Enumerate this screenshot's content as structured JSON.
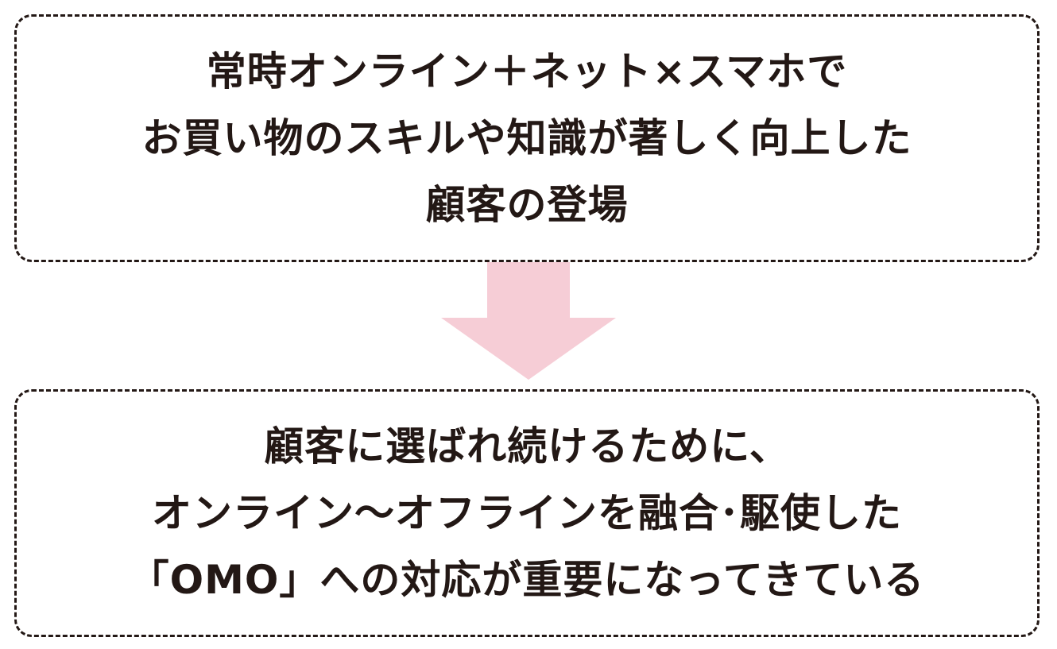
{
  "top_box": {
    "lines": [
      "常時オンライン＋ネット×スマホで",
      "お買い物のスキルや知識が著しく向上した",
      "顧客の登場"
    ]
  },
  "bottom_box": {
    "lines": [
      "顧客に選ばれ続けるために、",
      "オンライン〜オフラインを融合･駆使した",
      "「OMO」への対応が重要になってきている"
    ]
  },
  "colors": {
    "text": "#231815",
    "border": "#231815",
    "arrow": "#f6cdd6",
    "background": "#ffffff"
  },
  "icons": {
    "arrow": "down-arrow-icon"
  }
}
